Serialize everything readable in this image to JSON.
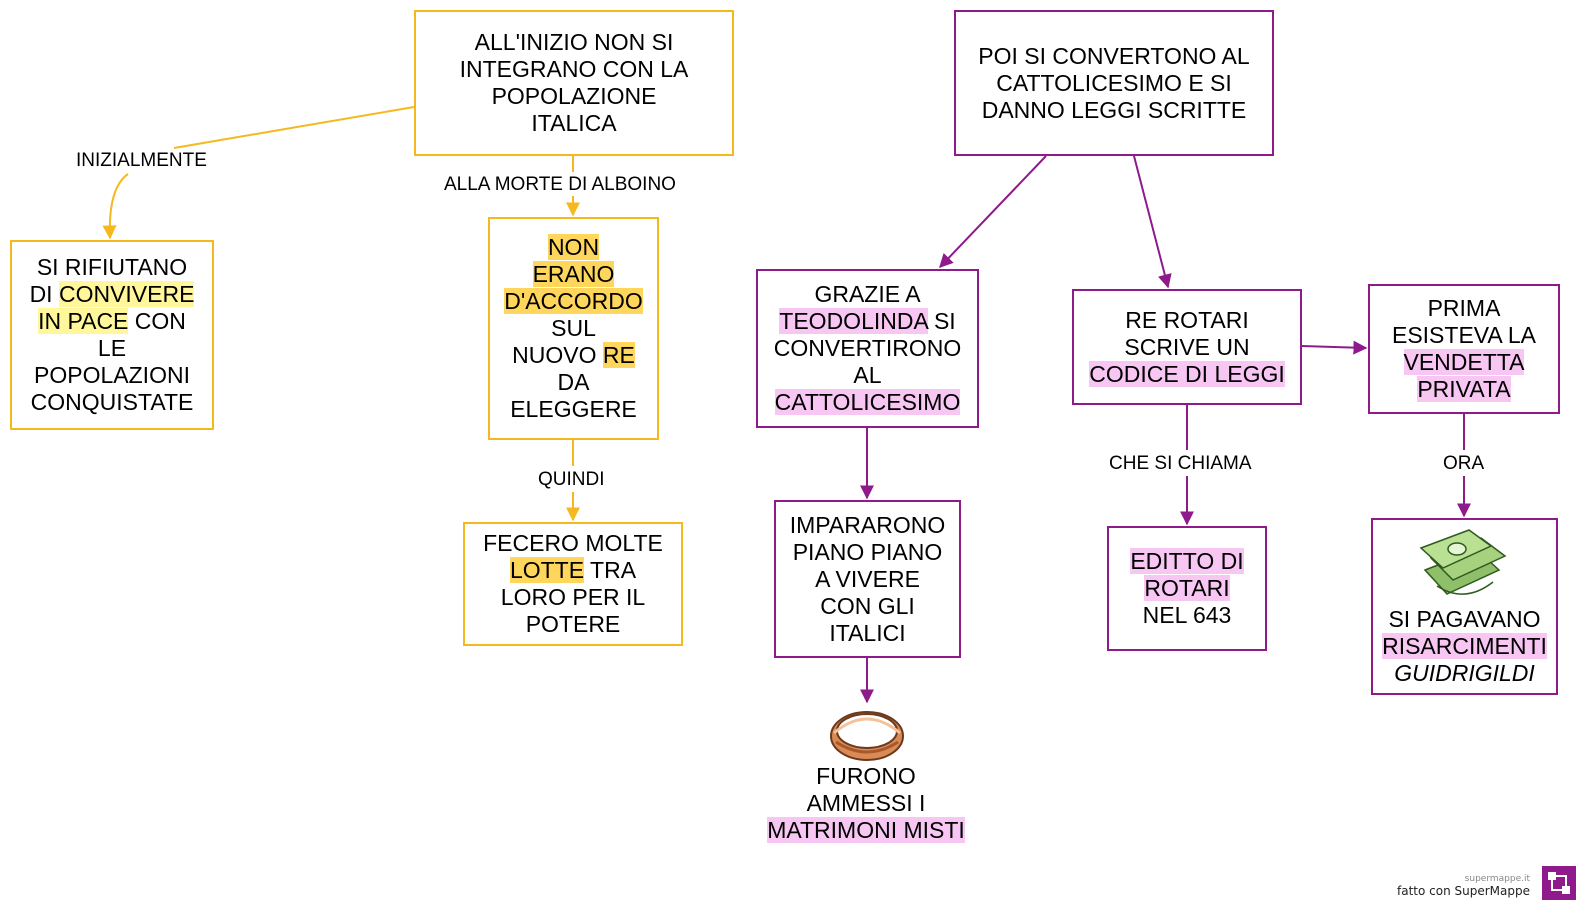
{
  "colors": {
    "yellow_border": "#f5b81e",
    "purple_border": "#8e1a8c",
    "highlight_yellow": "#fff799",
    "highlight_orange": "#ffd65c",
    "highlight_pink": "#f7c6f2"
  },
  "nodes": {
    "integration": [
      "ALL'INIZIO NON SI",
      "INTEGRANO CON LA",
      "POPOLAZIONE",
      "ITALICA"
    ],
    "refuse": [
      "SI RIFIUTANO",
      "DI",
      "CONVIVERE",
      "IN PACE",
      "CON",
      "LE",
      "POPOLAZIONI",
      "CONQUISTATE"
    ],
    "disagree": [
      "NON",
      "ERANO",
      "D'ACCORDO",
      "SUL",
      "NUOVO",
      "RE",
      "DA",
      "ELEGGERE"
    ],
    "struggles": [
      "FECERO MOLTE",
      "LOTTE",
      "TRA",
      "LORO PER IL",
      "POTERE"
    ],
    "convert": [
      "POI SI CONVERTONO AL",
      "CATTOLICESIMO E SI",
      "DANNO LEGGI SCRITTE"
    ],
    "teodolinda": [
      "GRAZIE A",
      "TEODOLINDA",
      "SI",
      "CONVERTIRONO",
      "AL",
      "CATTOLICESIMO"
    ],
    "italici": [
      "IMPARARONO",
      "PIANO PIANO",
      "A VIVERE",
      "CON GLI",
      "ITALICI"
    ],
    "marriages": [
      "FURONO",
      "AMMESSI I",
      "MATRIMONI MISTI"
    ],
    "rotari": [
      "RE ROTARI",
      "SCRIVE UN",
      "CODICE DI LEGGI"
    ],
    "edict": [
      "EDITTO DI",
      "ROTARI",
      "NEL 643"
    ],
    "vendetta": [
      "PRIMA",
      "ESISTEVA LA",
      "VENDETTA",
      "PRIVATA"
    ],
    "guidrigildi": [
      "SI PAGAVANO",
      "RISARCIMENTI",
      "GUIDRIGILDI"
    ]
  },
  "links": {
    "initially": "INIZIALMENTE",
    "alboino": "ALLA MORTE DI ALBOINO",
    "quindi": "QUINDI",
    "called": "CHE SI CHIAMA",
    "ora": "ORA"
  },
  "images": {
    "ring": "ring-icon",
    "money": "money-icon"
  },
  "footer": {
    "site": "supermappe.it",
    "made_with": "fatto con SuperMappe"
  }
}
